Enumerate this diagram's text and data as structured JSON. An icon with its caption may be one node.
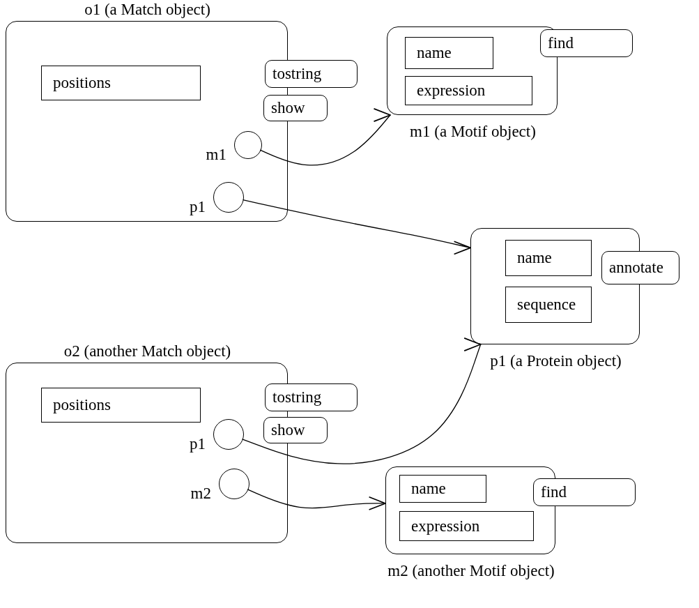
{
  "diagram": {
    "nodes": [
      {
        "text": [
          "o1 (a Match object)"
        ]
      },
      {
        "text": [
          "positions"
        ],
        "in": 0
      },
      {
        "text": [
          "tostring"
        ]
      },
      {
        "text": [
          "show"
        ]
      },
      {
        "text": [],
        "shape": "circle",
        "beside": [
          "m1"
        ],
        "in": 0
      },
      {
        "text": [],
        "shape": "circle",
        "beside": [
          "p1"
        ],
        "in": 0
      },
      {
        "text": [
          "m1 (a Motif object)"
        ]
      },
      {
        "text": [
          "name"
        ],
        "in": 6
      },
      {
        "text": [
          "expression"
        ],
        "in": 6
      },
      {
        "text": [
          "find"
        ]
      },
      {
        "text": [
          "p1 (a Protein object)"
        ]
      },
      {
        "text": [
          "name"
        ],
        "in": 10
      },
      {
        "text": [
          "sequence"
        ],
        "in": 10
      },
      {
        "text": [
          "annotate"
        ]
      },
      {
        "text": [
          "o2 (another Match object)"
        ]
      },
      {
        "text": [
          "positions"
        ],
        "in": 14
      },
      {
        "text": [
          "tostring"
        ]
      },
      {
        "text": [
          "show"
        ]
      },
      {
        "text": [],
        "shape": "circle",
        "beside": [
          "p1"
        ],
        "in": 14
      },
      {
        "text": [],
        "shape": "circle",
        "beside": [
          "m2"
        ],
        "in": 14
      },
      {
        "text": [
          "m2 (another Motif object)"
        ]
      },
      {
        "text": [
          "name"
        ],
        "in": 20
      },
      {
        "text": [
          "expression"
        ],
        "in": 20
      },
      {
        "text": [
          "find"
        ]
      }
    ],
    "edges": [
      {
        "from": 4,
        "to": 6,
        "arrow": "to"
      },
      {
        "from": 5,
        "to": 10,
        "arrow": "to"
      },
      {
        "from": 18,
        "to": 10,
        "arrow": "to"
      },
      {
        "from": 19,
        "to": 20,
        "arrow": "to"
      }
    ]
  }
}
